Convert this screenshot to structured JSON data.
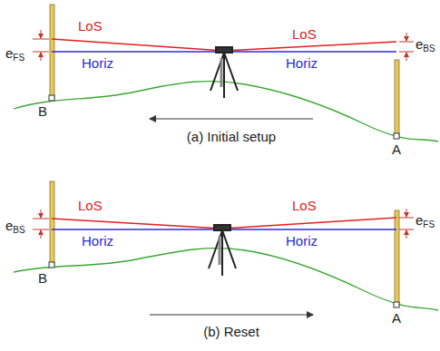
{
  "diagram": {
    "labels": [
      "LoS",
      "LoS",
      "eFS",
      "eBS",
      "Horiz",
      "Horiz",
      "B",
      "A",
      "(a) Initial setup",
      "LoS",
      "LoS",
      "eBS",
      "eFS",
      "Horiz",
      "Horiz",
      "B",
      "A",
      "(b) Reset"
    ]
  }
}
